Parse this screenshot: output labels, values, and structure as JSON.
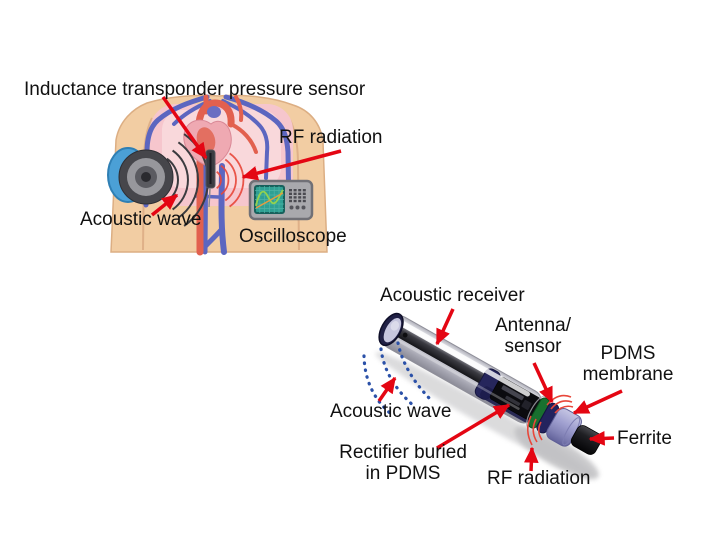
{
  "figure": {
    "kind": "scientific diagram",
    "background": "#ffffff"
  },
  "colors": {
    "arrow_red": "#e40613",
    "text": "#111111",
    "acoustic_wave_blue": "#2b51a8",
    "rf_wave_red": "#e8473a",
    "skin": "#f2cda3",
    "lung_pink": "#f6c6cd",
    "vein_blue": "#5c66c0",
    "artery_red": "#e2604e",
    "tube_gray": "#c9c9d2",
    "collar_purple": "#a0a0d0",
    "antenna_ring_green": "#19702f",
    "ferrite_black": "#121214",
    "oscilloscope_screen_teal": "#2fa093"
  },
  "top_figure": {
    "description": "implanted transponder pressure sensor in chest with acoustic transducer and oscilloscope",
    "labels": {
      "sensor": "Inductance transponder pressure sensor",
      "rf": "RF radiation",
      "acoustic": "Acoustic wave",
      "oscilloscope": "Oscilloscope"
    }
  },
  "bottom_figure": {
    "description": "cylindrical transponder probe rendering",
    "labels": {
      "receiver": "Acoustic receiver",
      "antenna": "Antenna/\nsensor",
      "pdms": "PDMS\nmembrane",
      "acoustic": "Acoustic wave",
      "rectifier": "Rectifier buried\nin PDMS",
      "rf": "RF radiation",
      "ferrite": "Ferrite"
    }
  }
}
